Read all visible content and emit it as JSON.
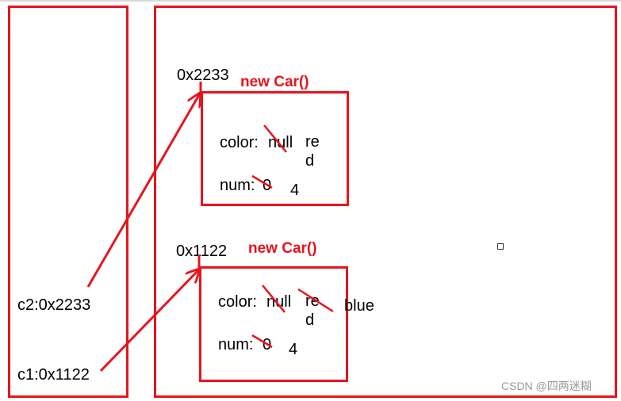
{
  "stack": {
    "var_c2": "c2:0x2233",
    "var_c1": "c1:0x1122"
  },
  "heap": {
    "objects": [
      {
        "address": "0x2233",
        "title": "new Car()",
        "color_label": "color:",
        "color_old": "null",
        "color_new": "red",
        "num_label": "num:",
        "num_old": "0",
        "num_new": "4"
      },
      {
        "address": "0x1122",
        "title": "new Car()",
        "color_label": "color:",
        "color_old": "null",
        "color_mid": "red",
        "color_new": "blue",
        "num_label": "num:",
        "num_old": "0",
        "num_new": "4"
      }
    ]
  },
  "watermark": "CSDN @四两迷糊",
  "colors": {
    "accent": "#e8141c"
  }
}
